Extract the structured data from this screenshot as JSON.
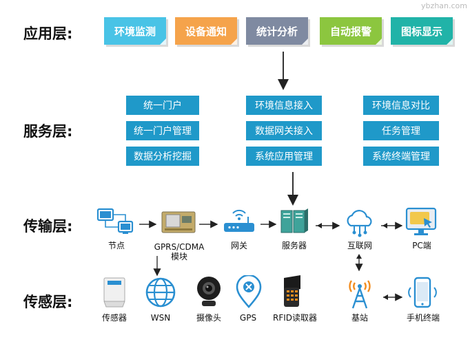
{
  "watermark": "ybzhan.com",
  "layers": {
    "application": "应用层:",
    "service": "服务层:",
    "transport": "传输层:",
    "sensing": "传感层:"
  },
  "app_buttons": [
    {
      "label": "环境监测",
      "color": "#49c3e6"
    },
    {
      "label": "设备通知",
      "color": "#f5a34b"
    },
    {
      "label": "统计分析",
      "color": "#7f8aa1"
    },
    {
      "label": "自动报警",
      "color": "#8cc63f"
    },
    {
      "label": "图标显示",
      "color": "#21b3a8"
    }
  ],
  "services": {
    "col1": [
      "统一门户",
      "统一门户管理",
      "数据分析挖掘"
    ],
    "col2": [
      "环境信息接入",
      "数据网关接入",
      "系统应用管理"
    ],
    "col3": [
      "环境信息对比",
      "任务管理",
      "系统终端管理"
    ]
  },
  "transport_nodes": {
    "node": "节点",
    "gprs_line1": "GPRS/CDMA",
    "gprs_line2": "模块",
    "gateway": "网关",
    "server": "服务器",
    "internet": "互联网",
    "pc": "PC端"
  },
  "sensing_nodes": {
    "sensor": "传感器",
    "wsn": "WSN",
    "camera": "摄像头",
    "gps": "GPS",
    "rfid": "RFID读取器",
    "base_station": "基站",
    "phone": "手机终端"
  },
  "colors": {
    "service_blue": "#1f99c9",
    "icon_blue": "#2a8fd1",
    "icon_teal": "#3fa39a"
  }
}
